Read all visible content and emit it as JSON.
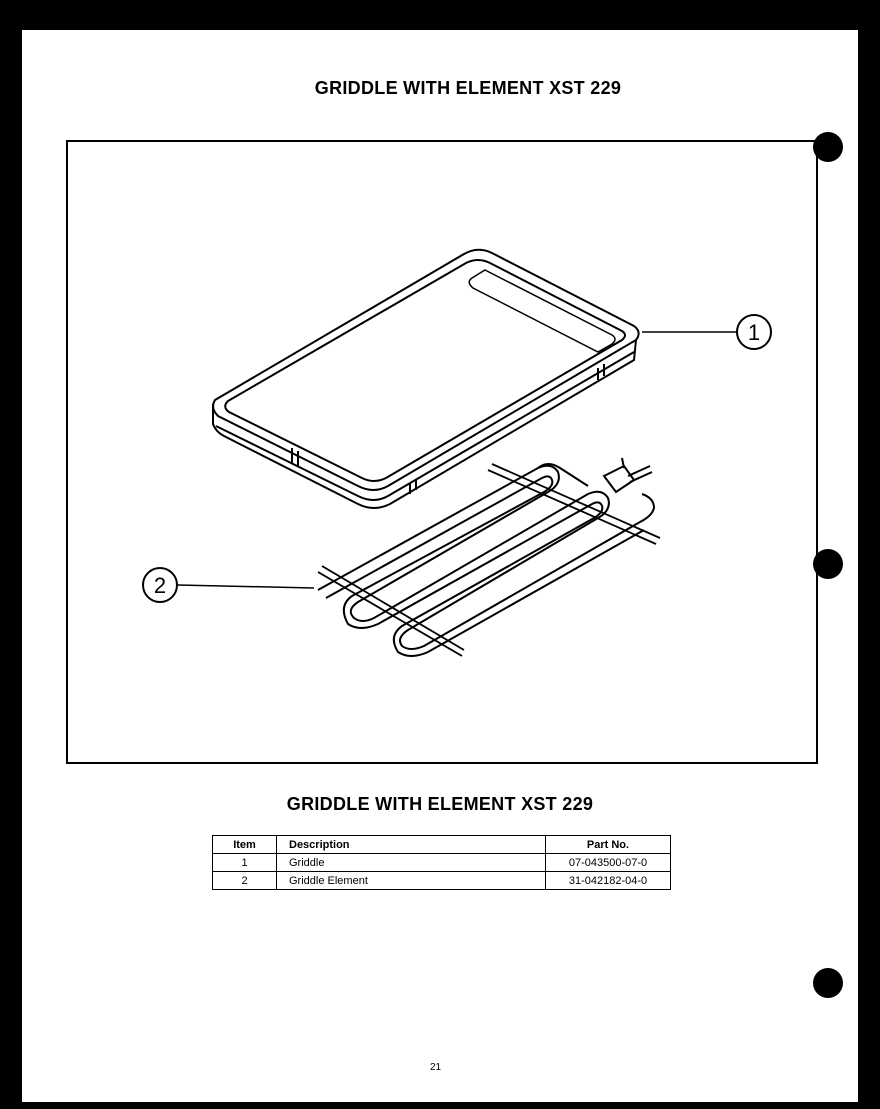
{
  "document": {
    "title_top": "GRIDDLE WITH ELEMENT XST 229",
    "title_bottom": "GRIDDLE WITH ELEMENT XST 229",
    "page_number": "21"
  },
  "diagram": {
    "callouts": [
      {
        "number": "1",
        "part": "griddle"
      },
      {
        "number": "2",
        "part": "griddle-element"
      }
    ]
  },
  "parts_table": {
    "headers": [
      "Item",
      "Description",
      "Part No."
    ],
    "rows": [
      {
        "item": "1",
        "description": "Griddle",
        "part_no": "07-043500-07-0"
      },
      {
        "item": "2",
        "description": "Griddle Element",
        "part_no": "31-042182-04-0"
      }
    ]
  }
}
